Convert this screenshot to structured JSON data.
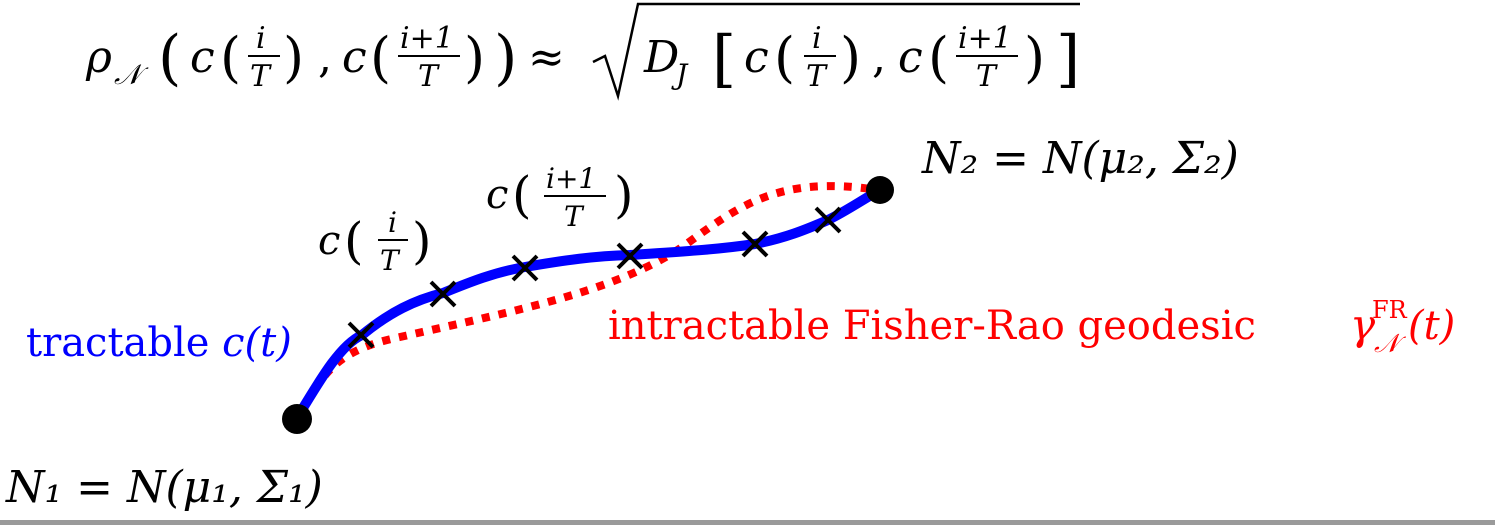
{
  "formula": {
    "lhs_rho": "ρ",
    "lhs_sub": "𝒩",
    "c": "c",
    "frac_i_num": "i",
    "frac_T_den": "T",
    "frac_i1_num": "i+1",
    "comma": ",",
    "approx": "≈",
    "dj_D": "D",
    "dj_sub": "J"
  },
  "labels": {
    "n2_label": "N₂ = N(μ₂, Σ₂)",
    "n1_label": "N₁ = N(μ₁, Σ₁)",
    "ci_c": "c",
    "ci_num": "i",
    "ci_den": "T",
    "ci1_c": "c",
    "ci1_num": "i+1",
    "ci1_den": "T",
    "tractable_text": "tractable ",
    "tractable_math": "c(t)",
    "intractable_text": "intractable Fisher-Rao geodesic ",
    "gamma": "γ",
    "gamma_sup": "FR",
    "gamma_sub": "𝒩",
    "gamma_arg": "(t)"
  },
  "colors": {
    "tractable": "#0000ff",
    "intractable": "#ff0000",
    "ink": "#000000",
    "rule": "#9a9a9a"
  }
}
